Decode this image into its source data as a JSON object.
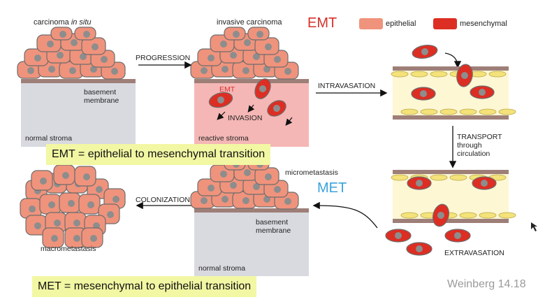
{
  "labels": {
    "carcinoma_prefix": "carcinoma",
    "carcinoma_italic": "in situ",
    "invasive": "invasive carcinoma",
    "emt_big": "EMT",
    "legend_epithelial": "epithelial",
    "legend_mesenchymal": "mesenchymal",
    "progression": "PROGRESSION",
    "basement_membrane_1": "basement\nmembrane",
    "emt_small": "EMT",
    "invasion": "INVASION",
    "intravasation": "INTRAVASATION",
    "normal_stroma_1": "normal stroma",
    "reactive_stroma": "reactive stroma",
    "emt_box": "EMT = epithelial to mesenchymal transition",
    "transport": "TRANSPORT\nthrough\ncirculation",
    "micrometastasis": "micrometastasis",
    "met_big": "MET",
    "colonization": "COLONIZATION",
    "basement_membrane_2": "basement\nmembrane",
    "macrometastasis": "macrometastasis",
    "normal_stroma_2": "normal stroma",
    "extravasation": "EXTRAVASATION",
    "met_box": "MET = mesenchymal to epithelial transition",
    "citation": "Weinberg 14.18"
  },
  "colors": {
    "epithelial": "#f0937c",
    "mesenchymal": "#dd2e23",
    "emt_red": "#d6302a",
    "met_blue": "#3aa3dd",
    "box_yellow": "#f2f7a3",
    "normal_stroma": "#d9dae0",
    "reactive_stroma": "#f4b7b5",
    "membrane": "#9e7f78"
  }
}
